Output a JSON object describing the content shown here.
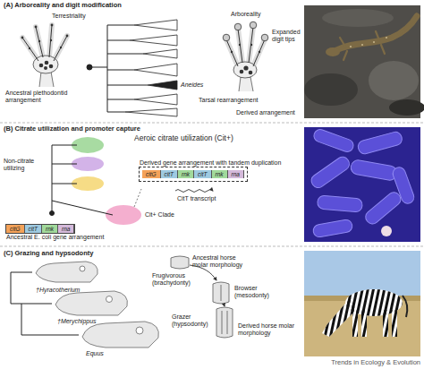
{
  "diagram": {
    "nodes": [
      {
        "text": [
          "Ancestral E. coli gene arrangement"
        ]
      },
      {
        "text": [
          "citG"
        ],
        "in": 0
      },
      {
        "text": [
          "citT"
        ],
        "in": 0
      },
      {
        "text": [
          "rnk"
        ],
        "in": 0
      },
      {
        "text": [
          "rna"
        ],
        "in": 0
      },
      {
        "text": [
          "Derived gene arrangement with tandem duplication"
        ]
      },
      {
        "text": [
          "citG"
        ],
        "in": 5
      },
      {
        "text": [
          "citT"
        ],
        "in": 5
      },
      {
        "text": [
          "rnk"
        ],
        "in": 5
      },
      {
        "text": [
          "citT"
        ],
        "in": 5
      },
      {
        "text": [
          "rnk"
        ],
        "in": 5
      },
      {
        "text": [
          "rna"
        ],
        "in": 5
      }
    ],
    "labels": [
      "(A) Arboreality and digit modification",
      "Terrestriality",
      "Ancestral plethodontid arrangement",
      "Aneides",
      "Arboreality",
      "Expanded digit tips",
      "Tarsal rearrangement",
      "Derived arrangement",
      "(B) Citrate utilization and promoter capture",
      "Aeroic citrate utilization (Cit+)",
      "Non-citrate utilizing",
      "Cit+ Clade",
      "CitT transcript",
      "(C) Grazing and hypsodonty",
      "†Hyracotherium",
      "†Merychippus",
      "Equus",
      "Frugivorous (brachydonty)",
      "Ancestral horse molar morphology",
      "Browser (mesodonty)",
      "Grazer (hypsodonty)",
      "Derived horse molar morphology",
      "Trends in Ecology & Evolution"
    ]
  }
}
